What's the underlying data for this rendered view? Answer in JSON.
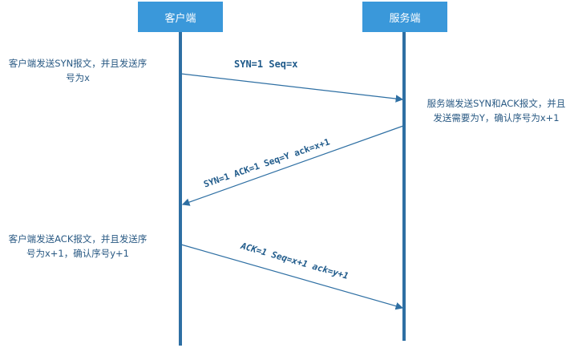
{
  "actors": {
    "client": "客户端",
    "server": "服务端"
  },
  "messages": [
    {
      "label": "SYN=1 Seq=x",
      "from": "client",
      "to": "server"
    },
    {
      "label": "SYN=1 ACK=1 Seq=Y ack=x+1",
      "from": "server",
      "to": "client"
    },
    {
      "label": "ACK=1 Seq=x+1 ack=y+1",
      "from": "client",
      "to": "server"
    }
  ],
  "notes": {
    "client_syn": "客户端发送SYN报文，并且发送序号为x",
    "server_synack": "服务端发送SYN和ACK报文，并且发送需要为Y，确认序号为x+1",
    "client_ack": "客户端发送ACK报文，并且发送序号为x+1，确认序号y+1"
  },
  "colors": {
    "box": "#3a98da",
    "line": "#2e6fa3"
  }
}
